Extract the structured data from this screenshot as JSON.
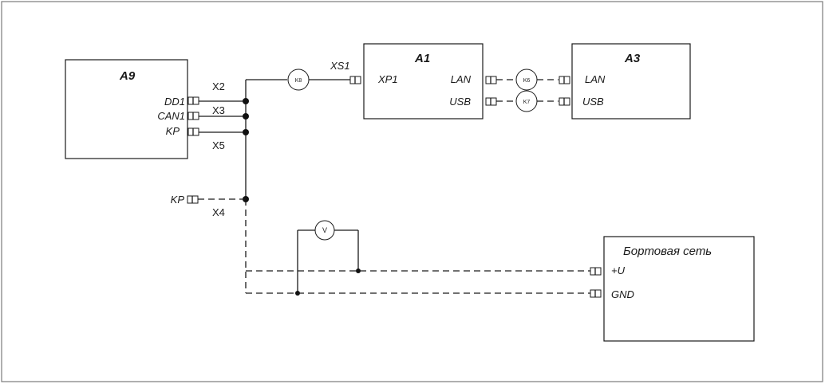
{
  "blocks": {
    "a9": {
      "title": "A9",
      "ports": [
        "DD1",
        "CAN1",
        "KP"
      ]
    },
    "a1": {
      "title": "A1",
      "port_in": "XP1",
      "port_lan": "LAN",
      "port_usb": "USB"
    },
    "a3": {
      "title": "A3",
      "port_lan": "LAN",
      "port_usb": "USB"
    },
    "board": {
      "title": "Бортовая сеть",
      "port_plus": "+U",
      "port_gnd": "GND"
    }
  },
  "wires": {
    "x2": "X2",
    "x3": "X3",
    "x5": "X5",
    "x4": "X4",
    "xs1": "XS1"
  },
  "free_connector": {
    "label": "KP"
  },
  "cables": {
    "k8_main": "K8",
    "k6": "K6",
    "k7": "K7"
  },
  "voltmeter": {
    "label": "V"
  }
}
